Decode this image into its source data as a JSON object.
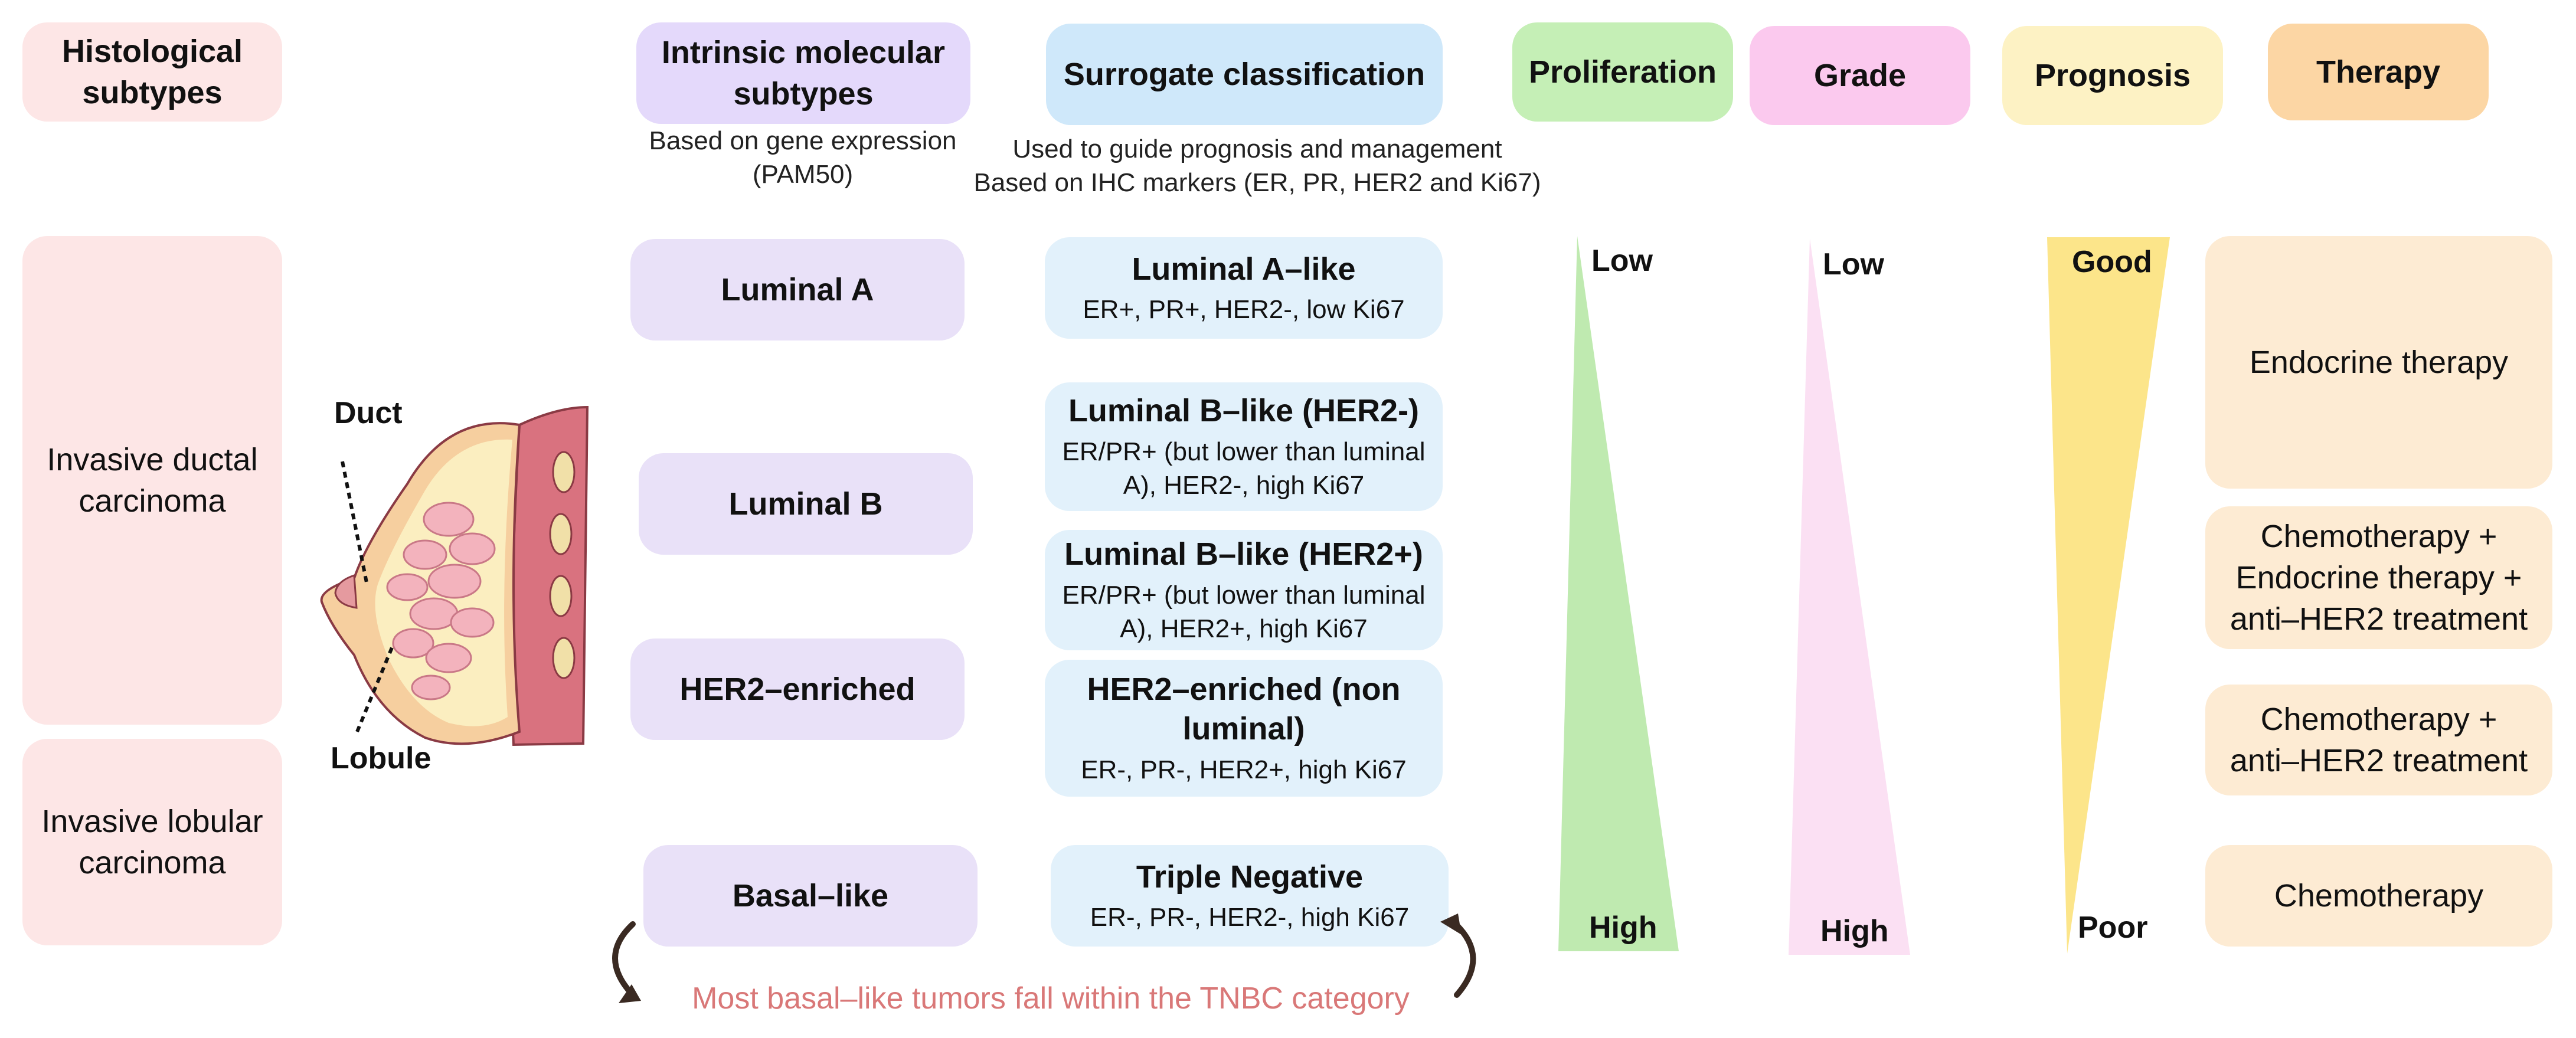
{
  "headers": {
    "histological": "Histological subtypes",
    "intrinsic": "Intrinsic molecular subtypes",
    "surrogate": "Surrogate classification",
    "proliferation": "Proliferation",
    "grade": "Grade",
    "prognosis": "Prognosis",
    "therapy": "Therapy"
  },
  "subtitles": {
    "intrinsic_line1": "Based on gene expression",
    "intrinsic_line2": "(PAM50)",
    "surrogate_line1": "Used to guide prognosis and management",
    "surrogate_line2": "Based on IHC markers (ER, PR, HER2 and Ki67)"
  },
  "histological": {
    "ductal": "Invasive ductal carcinoma",
    "lobular": "Invasive lobular carcinoma"
  },
  "illustration": {
    "duct_label": "Duct",
    "lobule_label": "Lobule"
  },
  "intrinsic": [
    "Luminal A",
    "Luminal B",
    "HER2–enriched",
    "Basal–like"
  ],
  "surrogate": [
    {
      "title": "Luminal A–like",
      "desc": "ER+, PR+, HER2-, low Ki67"
    },
    {
      "title": "Luminal B–like (HER2-)",
      "desc": "ER/PR+ (but lower than luminal A), HER2-, high Ki67"
    },
    {
      "title": "Luminal B–like (HER2+)",
      "desc": "ER/PR+ (but lower than luminal A), HER2+, high Ki67"
    },
    {
      "title": "HER2–enriched (non luminal)",
      "desc": "ER-, PR-, HER2+, high Ki67"
    },
    {
      "title": "Triple Negative",
      "desc": "ER-, PR-, HER2-, high Ki67"
    }
  ],
  "scales": {
    "proliferation": {
      "top": "Low",
      "bottom": "High",
      "color": "#bfeab0"
    },
    "grade": {
      "top": "Low",
      "bottom": "High",
      "color": "#fbe0f3"
    },
    "prognosis": {
      "top": "Good",
      "bottom": "Poor",
      "color": "#fce58a"
    }
  },
  "therapy": [
    "Endocrine therapy",
    "Chemotherapy + Endocrine therapy + anti–HER2 treatment",
    "Chemotherapy + anti–HER2 treatment",
    "Chemotherapy"
  ],
  "note": "Most basal–like tumors fall within the TNBC category",
  "colors": {
    "histological": "#fde6e6",
    "intrinsic": "#e4d9fb",
    "surrogate": "#cfe8fa",
    "proliferation": "#c5efb6",
    "grade": "#fbc9ee",
    "prognosis": "#fdf2c4",
    "therapy": "#fcd6a4",
    "note": "#d97878"
  }
}
